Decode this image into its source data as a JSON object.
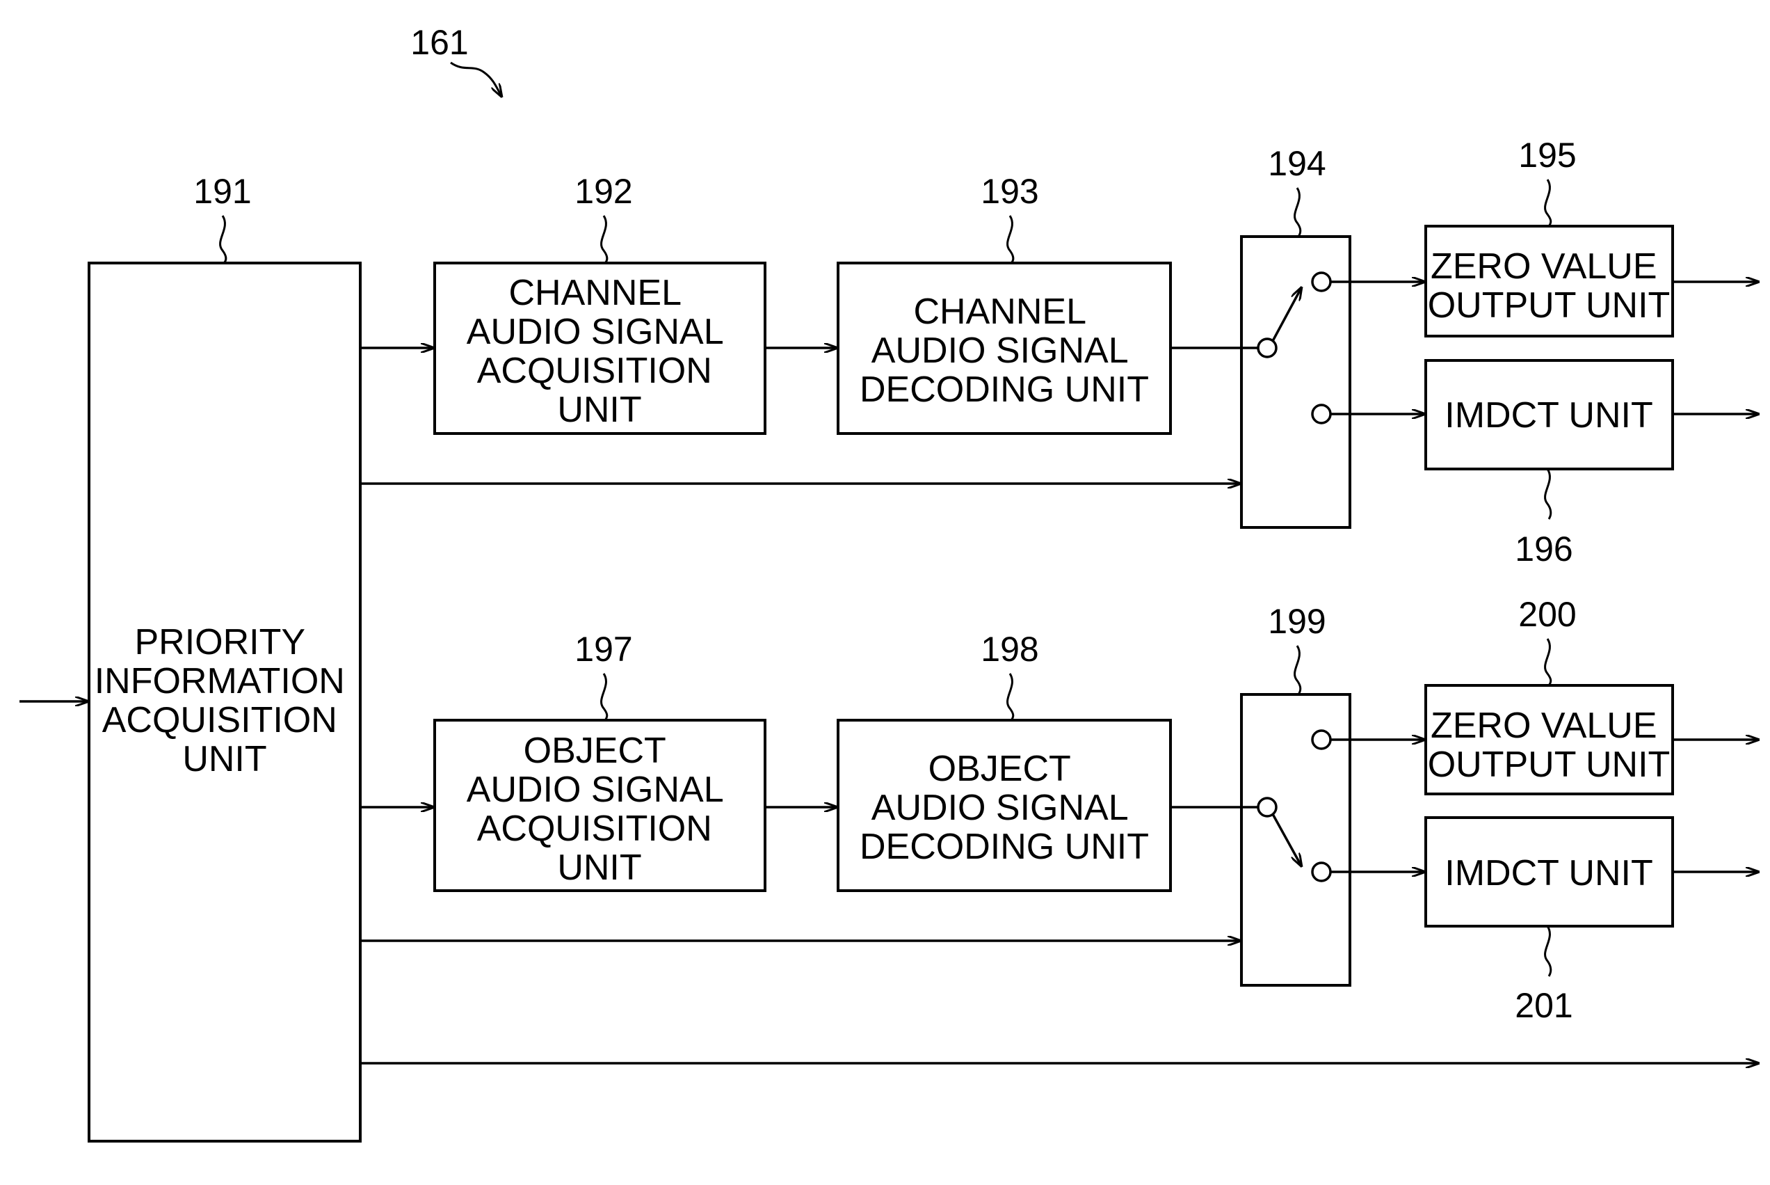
{
  "figure_ref": "161",
  "blocks": {
    "priority": {
      "ref": "191",
      "lines": [
        "PRIORITY",
        "INFORMATION",
        "ACQUISITION",
        "UNIT"
      ]
    },
    "channel_acq": {
      "ref": "192",
      "lines": [
        "CHANNEL",
        "AUDIO SIGNAL",
        "ACQUISITION",
        "UNIT"
      ]
    },
    "channel_dec": {
      "ref": "193",
      "lines": [
        "CHANNEL",
        "AUDIO SIGNAL",
        "DECODING UNIT"
      ]
    },
    "switch_top": {
      "ref": "194"
    },
    "zero_top": {
      "ref": "195",
      "lines": [
        "ZERO VALUE",
        "OUTPUT UNIT"
      ]
    },
    "imdct_top": {
      "ref": "196",
      "lines": [
        "IMDCT UNIT"
      ]
    },
    "object_acq": {
      "ref": "197",
      "lines": [
        "OBJECT",
        "AUDIO SIGNAL",
        "ACQUISITION",
        "UNIT"
      ]
    },
    "object_dec": {
      "ref": "198",
      "lines": [
        "OBJECT",
        "AUDIO SIGNAL",
        "DECODING UNIT"
      ]
    },
    "switch_bottom": {
      "ref": "199"
    },
    "zero_bottom": {
      "ref": "200",
      "lines": [
        "ZERO VALUE",
        "OUTPUT UNIT"
      ]
    },
    "imdct_bottom": {
      "ref": "201",
      "lines": [
        "IMDCT UNIT"
      ]
    }
  },
  "switch_states": {
    "switch_top": "zero-value",
    "switch_bottom": "imdct"
  }
}
